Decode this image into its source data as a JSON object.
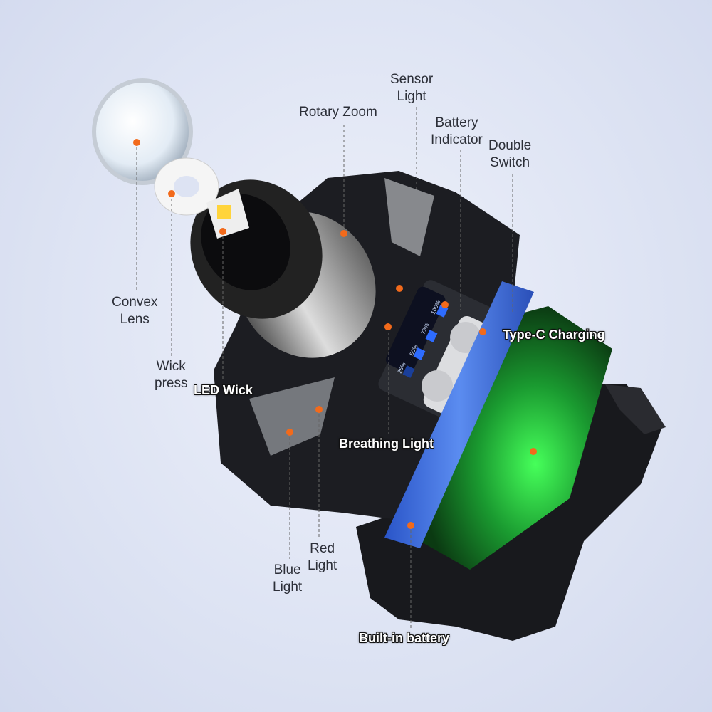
{
  "labels": {
    "sensor_light": [
      "Sensor",
      "Light"
    ],
    "rotary_zoom": "Rotary Zoom",
    "battery_indicator": [
      "Battery",
      "Indicator"
    ],
    "double_switch": [
      "Double",
      "Switch"
    ],
    "convex_lens": [
      "Convex",
      "Lens"
    ],
    "wick_press": [
      "Wick",
      "press"
    ],
    "led_wick": "LED Wick",
    "type_c_charging": "Type-C Charging",
    "breathing_light": "Breathing Light",
    "red_light": [
      "Red",
      "Light"
    ],
    "blue_light": [
      "Blue",
      "Light"
    ],
    "built_in_battery": "Built-in battery"
  },
  "battery_levels": [
    "25%",
    "50%",
    "75%",
    "100%"
  ],
  "colors": {
    "marker": "#f26a1b",
    "battery_blue": "#3b6fe0",
    "pcb_green": "#2fd34a",
    "body": "#1c1d22"
  }
}
